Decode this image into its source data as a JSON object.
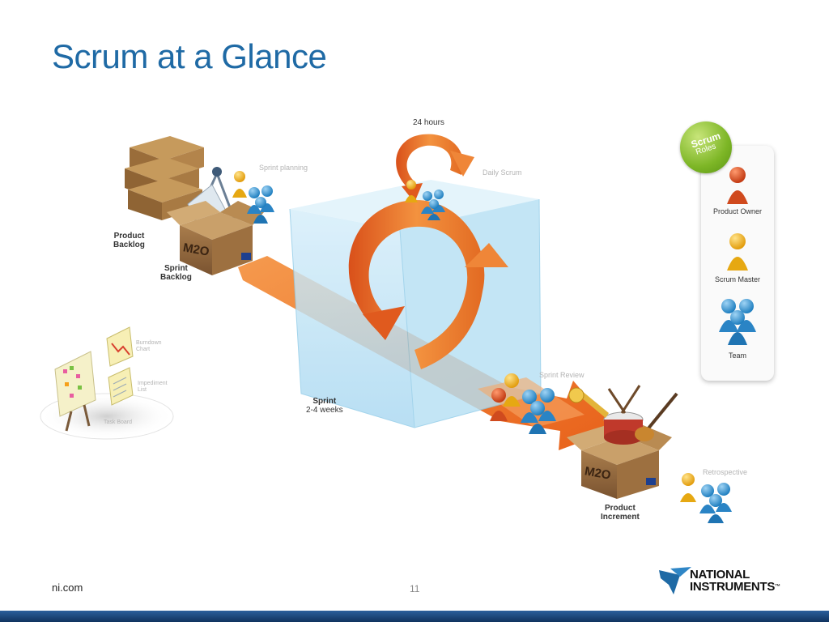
{
  "slide": {
    "title": "Scrum at a Glance",
    "footer_left": "ni.com",
    "page_number": "11"
  },
  "logo": {
    "line1": "NATIONAL",
    "line2": "INSTRUMENTS",
    "trademark": "™",
    "icon": "eagle-logo-icon",
    "color": "#1f6aa5"
  },
  "diagram": {
    "time_label": "24 hours",
    "daily_scrum": "Daily Scrum",
    "sprint_planning": "Sprint planning",
    "product_backlog": [
      "Product",
      "Backlog"
    ],
    "sprint_backlog": [
      "Sprint",
      "Backlog"
    ],
    "sprint": "Sprint",
    "sprint_duration": "2-4 weeks",
    "sprint_review": "Sprint Review",
    "product_increment": [
      "Product",
      "Increment"
    ],
    "retrospective": "Retrospective",
    "box_label": "M2O",
    "burndown_chart": [
      "Burndown",
      "Chart"
    ],
    "impediment_list": [
      "Impediment",
      "List"
    ],
    "task_board": "Task Board"
  },
  "roles": {
    "badge_line1": "Scrum",
    "badge_line2": "Roles",
    "items": [
      {
        "label": "Product Owner",
        "color": "#d94a1e"
      },
      {
        "label": "Scrum Master",
        "color": "#f1b21c"
      },
      {
        "label": "Team",
        "color": "#2e8fcf"
      }
    ]
  },
  "colors": {
    "title": "#1f6aa5",
    "arrow": "#f07a2a",
    "cube": "#bfe3f5",
    "roles_badge": "#7db626",
    "box": "#8a6237"
  }
}
